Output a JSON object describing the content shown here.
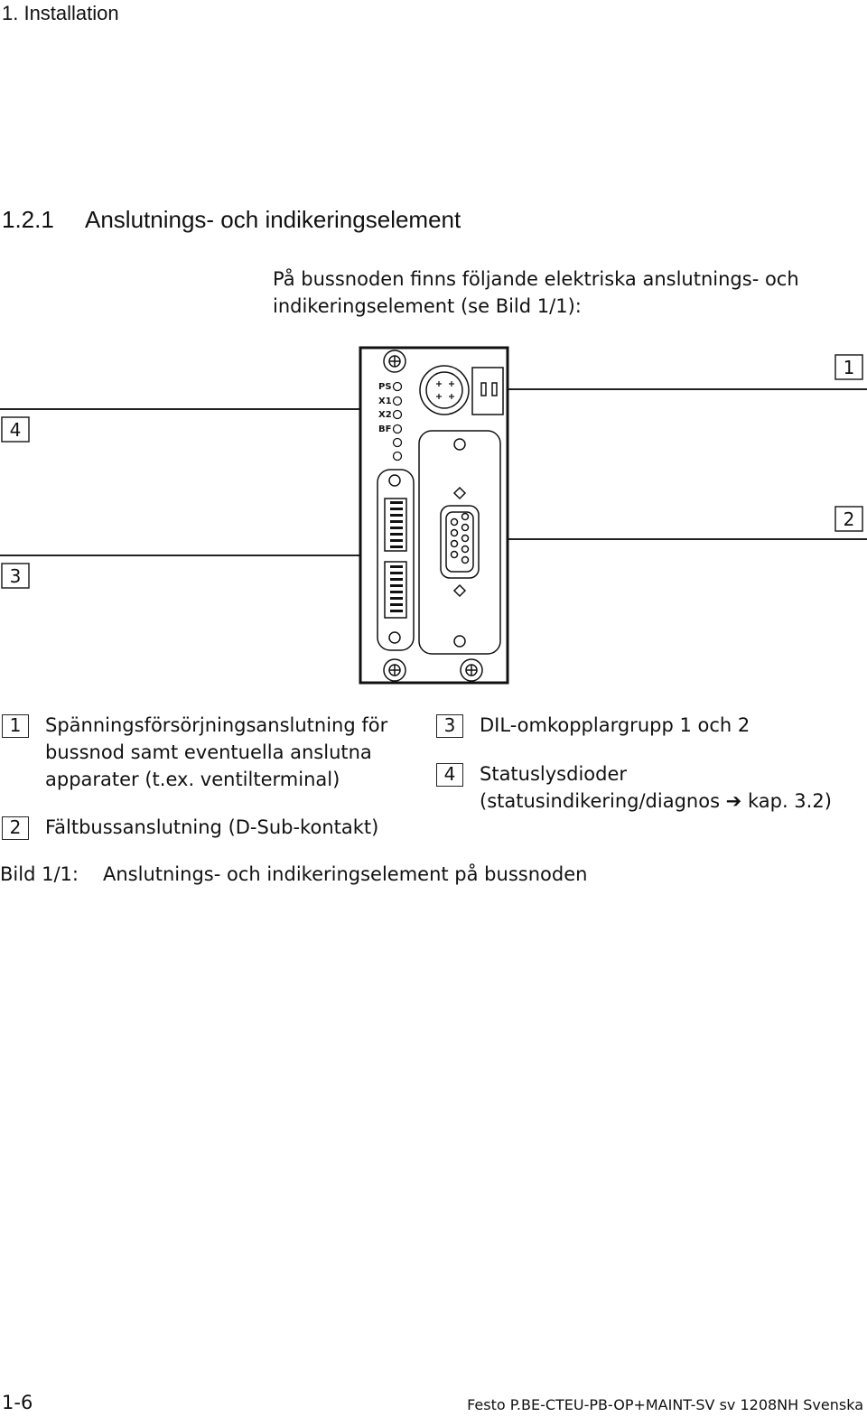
{
  "header": {
    "running_title": "1.   Installation"
  },
  "section": {
    "number": "1.2.1",
    "title": "Anslutnings- och indikeringselement"
  },
  "intro": {
    "line1": "På bussnoden finns följande elektriska anslutnings- och",
    "line2": "indikeringselement (se Bild 1/1):"
  },
  "figure": {
    "callouts": [
      "1",
      "2",
      "3",
      "4"
    ],
    "led_labels": [
      "PS",
      "X1",
      "X2",
      "BF"
    ]
  },
  "legend": [
    {
      "num": "1",
      "lines": [
        "Spänningsförsörjningsanslutning för",
        "bussnod samt eventuella anslutna",
        "apparater (t.ex. ventilterminal)"
      ]
    },
    {
      "num": "2",
      "lines": [
        "Fältbussanslutning (D-Sub-kontakt)"
      ]
    },
    {
      "num": "3",
      "lines": [
        "DIL-omkopplargrupp 1 och 2"
      ]
    },
    {
      "num": "4",
      "lines": [
        "Statuslysdioder",
        "(statusindikering/diagnos ➔ kap. 3.2)"
      ]
    }
  ],
  "caption": {
    "label": "Bild 1/1:",
    "text": "Anslutnings- och indikeringselement på bussnoden"
  },
  "footer": {
    "page": "1-6",
    "doc": "Festo  P.BE-CTEU-PB-OP+MAINT-SV  sv 1208NH  Svenska"
  }
}
